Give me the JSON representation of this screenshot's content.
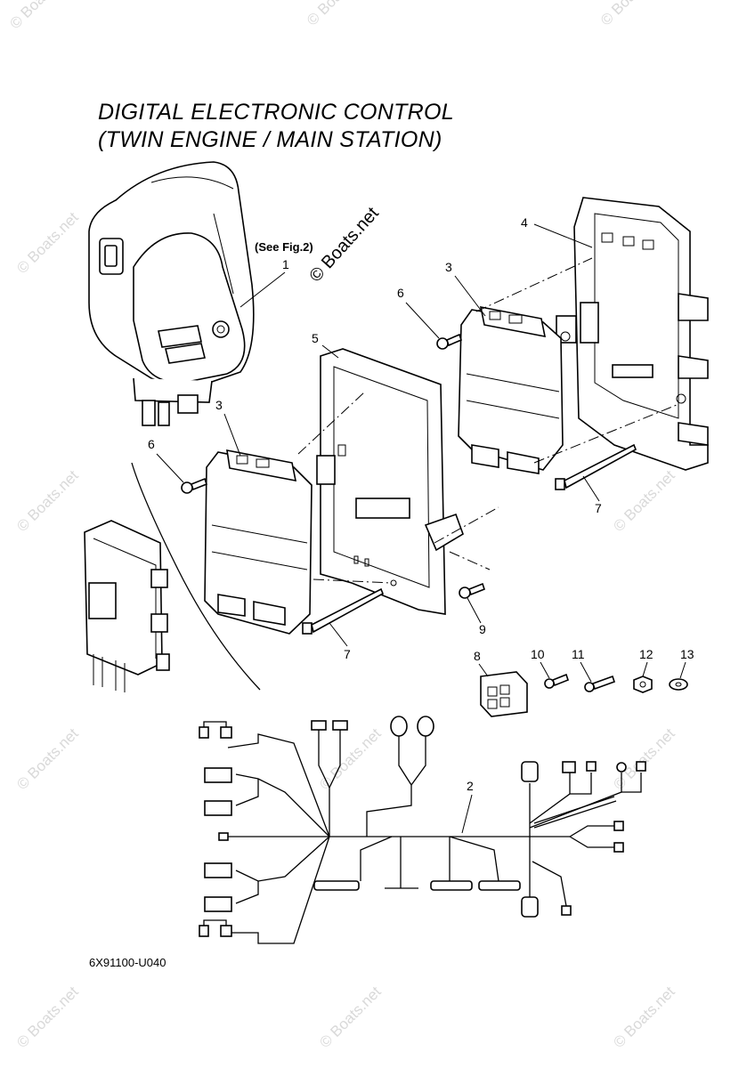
{
  "title": {
    "line1": "DIGITAL ELECTRONIC CONTROL",
    "line2": "(TWIN ENGINE / MAIN STATION)"
  },
  "see_fig": "(See Fig.2)",
  "credit": "© Boats.net",
  "watermark": "© Boats.net",
  "drawing_code": "6X91100-U040",
  "callouts": [
    "1",
    "2",
    "3",
    "3",
    "4",
    "5",
    "6",
    "6",
    "7",
    "7",
    "8",
    "9",
    "10",
    "11",
    "12",
    "13"
  ]
}
